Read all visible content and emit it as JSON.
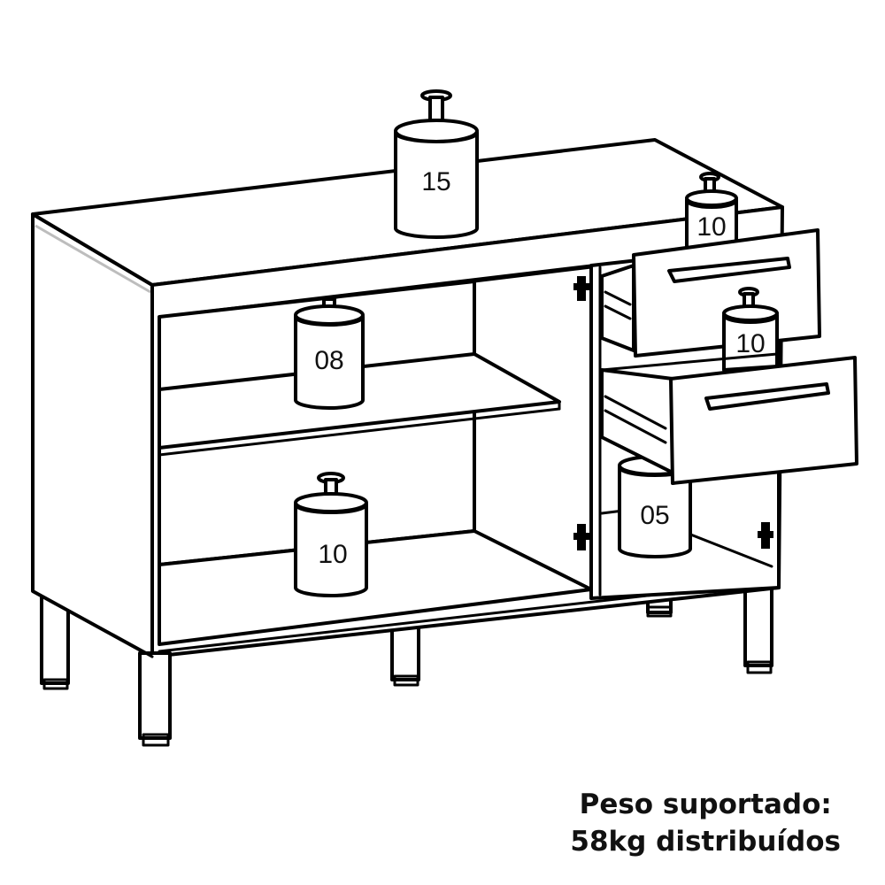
{
  "illustration": {
    "subject": "cabinet with open drawers and shelf under load",
    "weights": [
      {
        "position": "top",
        "label": "15"
      },
      {
        "position": "top-right",
        "label": "10"
      },
      {
        "position": "upper-shelf",
        "label": "08"
      },
      {
        "position": "top-drawer",
        "label": "10"
      },
      {
        "position": "bottom-shelf",
        "label": "10"
      },
      {
        "position": "right-compartment-floor",
        "label": "05"
      }
    ]
  },
  "caption": {
    "line1": "Peso suportado:",
    "line2": "58kg distribuídos"
  }
}
